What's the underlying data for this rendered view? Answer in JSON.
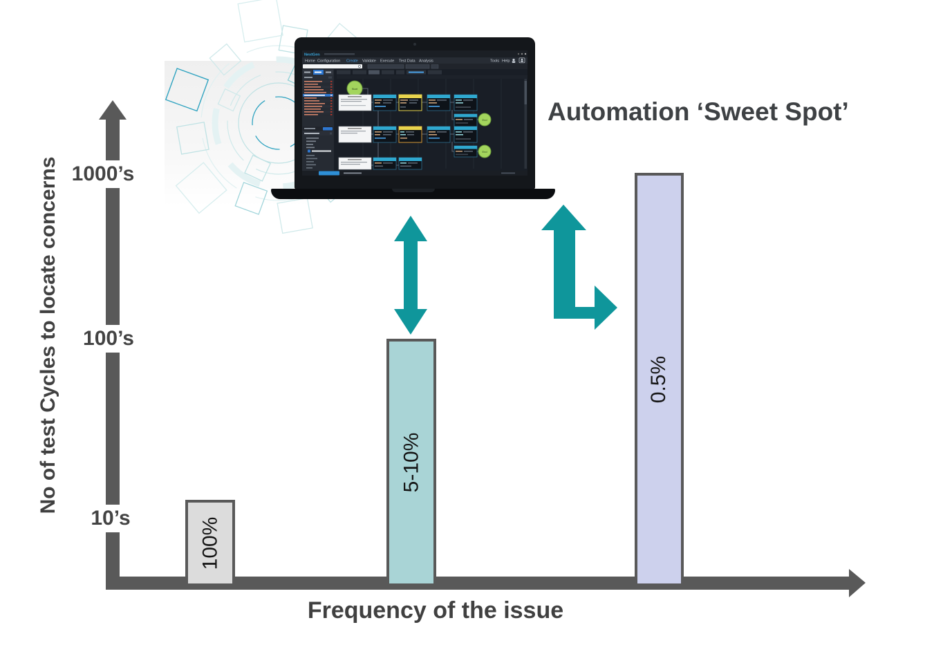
{
  "title": "Automation ‘Sweet Spot’",
  "axis": {
    "y_label": "No of test Cycles to locate concerns",
    "x_label": "Frequency of the issue",
    "y_ticks": [
      "1000’s",
      "100’s",
      "10’s"
    ]
  },
  "chart_data": {
    "type": "bar",
    "title": "Automation ‘Sweet Spot’",
    "xlabel": "Frequency of the issue",
    "ylabel": "No of test Cycles to locate concerns",
    "y_axis_scale_labels_bottom_to_top": [
      "10’s",
      "100’s",
      "1000’s"
    ],
    "categories": [
      "100%",
      "5-10%",
      "0.5%"
    ],
    "bars": [
      {
        "label": "100%",
        "frequency_of_issue": "100%",
        "test_cycles_to_locate": "10’s",
        "fill": "#dcdcdc"
      },
      {
        "label": "5-10%",
        "frequency_of_issue": "5-10%",
        "test_cycles_to_locate": "100’s",
        "fill": "#a9d4d6"
      },
      {
        "label": "0.5%",
        "frequency_of_issue": "0.5%",
        "test_cycles_to_locate": "1000’s",
        "fill": "#cdd1ed"
      }
    ],
    "annotations": [
      "Automation ‘Sweet Spot’"
    ],
    "legend_position": "none",
    "grid": false
  },
  "laptop": {
    "app": {
      "logo": "NextGen",
      "menu": [
        "Home",
        "Configuration",
        "Create",
        "Validate",
        "Execute",
        "Test Data",
        "Analysis"
      ],
      "active_menu": "Create",
      "menu_right": [
        "Tools",
        "Help"
      ],
      "flow": {
        "start_label": "Start",
        "end_label_1": "End",
        "end_label_2": "End"
      }
    }
  },
  "colors": {
    "axis_gray": "#595959",
    "arrow_teal": "#0f969b",
    "title_text": "#3e4144",
    "bar_border": "#595959",
    "bar_fills": [
      "#dcdcdc",
      "#a9d4d6",
      "#cdd1ed"
    ],
    "gear_light_teal": "#cfe9ea",
    "gear_bright_teal": "#2fa3c0"
  }
}
